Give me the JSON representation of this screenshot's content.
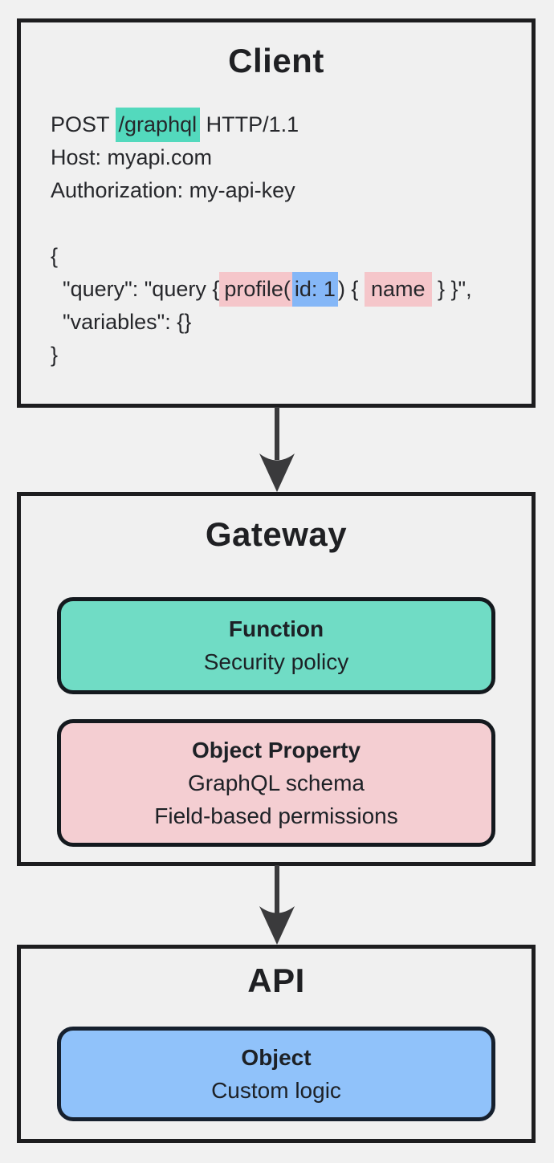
{
  "diagram": {
    "client": {
      "title": "Client",
      "request": {
        "post_prefix": "POST ",
        "post_path": "/graphql",
        "post_suffix": " HTTP/1.1",
        "host_line": "Host: myapi.com",
        "authorization_line": "Authorization: my-api-key"
      },
      "body": {
        "open_brace": "{",
        "query_prefix": "  \"query\": \"query {",
        "query_profile": "profile(",
        "query_id_arg": "id: 1",
        "query_mid": ") { ",
        "query_name": "name",
        "query_suffix": " } }\",",
        "variables_line": "  \"variables\": {}",
        "close_brace": "}"
      }
    },
    "gateway": {
      "title": "Gateway",
      "cards": [
        {
          "title": "Function",
          "lines": [
            "Security policy"
          ],
          "color": "#70dcc5"
        },
        {
          "title": "Object Property",
          "lines": [
            "GraphQL schema",
            "Field-based permissions"
          ],
          "color": "#f4ced2"
        }
      ]
    },
    "api": {
      "title": "API",
      "cards": [
        {
          "title": "Object",
          "lines": [
            "Custom logic"
          ],
          "color": "#90c2fa"
        }
      ]
    },
    "colors": {
      "background": "#f1f1f1",
      "node_fill": "#f0f0f0",
      "node_border": "#1d1d1f",
      "teal_highlight": "#53d9bd",
      "pink_highlight": "#f5c6ca",
      "blue_highlight": "#85b7f7",
      "teal_card": "#70dcc5",
      "pink_card": "#f4ced2",
      "blue_card": "#90c2fa",
      "arrow": "#3a3a3c",
      "text": "#212226"
    }
  }
}
